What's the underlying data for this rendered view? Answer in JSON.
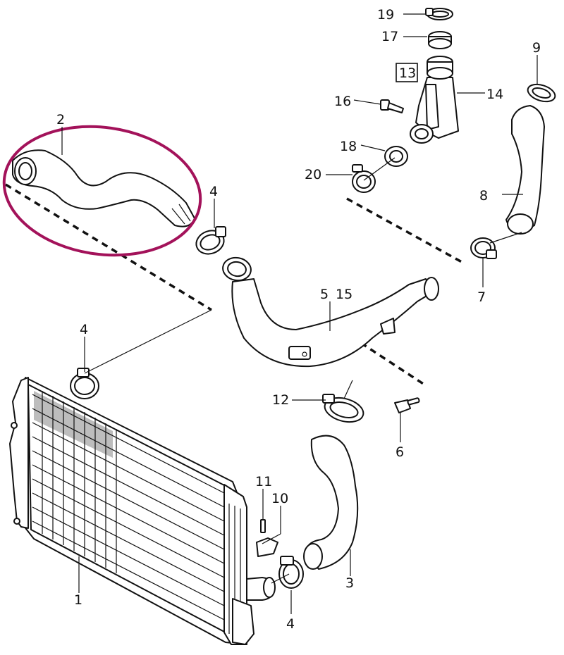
{
  "colors": {
    "highlight": "#a3125a",
    "line": "#111111",
    "background": "#ffffff"
  },
  "callouts": {
    "c1": "1",
    "c2": "2",
    "c3": "3",
    "c4a": "4",
    "c4b": "4",
    "c4c": "4",
    "c5": "5",
    "c15": "15",
    "c6": "6",
    "c7": "7",
    "c8": "8",
    "c9": "9",
    "c10": "10",
    "c11": "11",
    "c12": "12",
    "c13": "13",
    "c14": "14",
    "c16": "16",
    "c17": "17",
    "c18": "18",
    "c19": "19",
    "c20": "20"
  },
  "highlighted_part": "2"
}
